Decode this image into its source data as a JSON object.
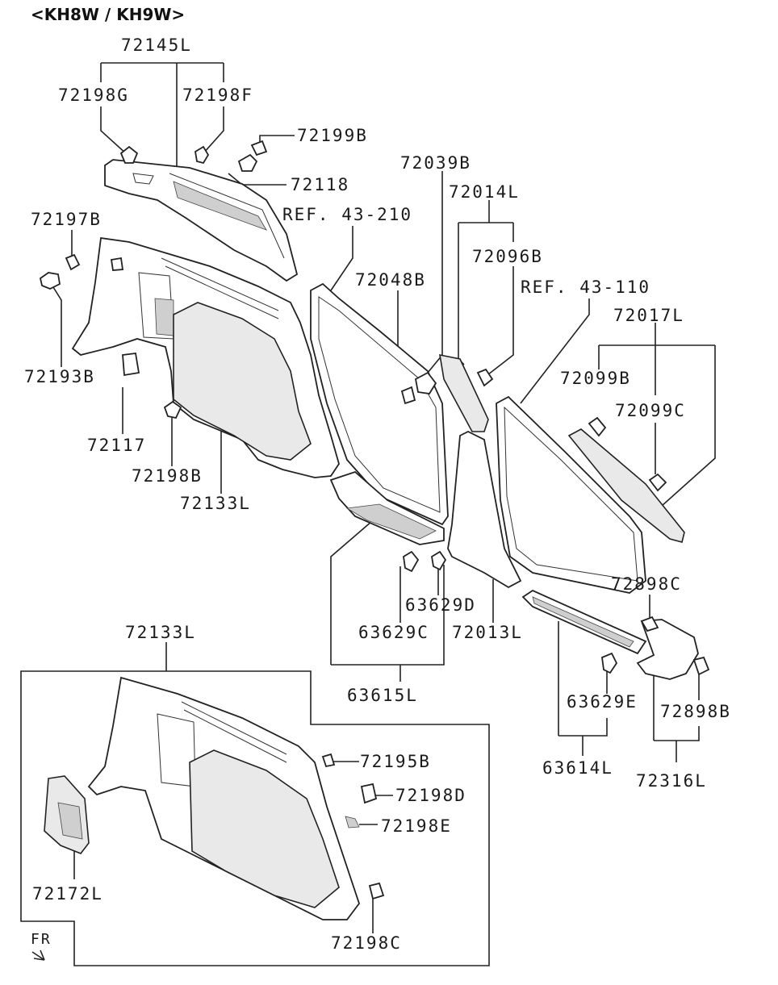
{
  "header": {
    "title": "<KH8W / KH9W>"
  },
  "labels": {
    "p72145L": "72145L",
    "p72198G": "72198G",
    "p72198F": "72198F",
    "p72199B": "72199B",
    "p72118": "72118",
    "p72039B": "72039B",
    "p72014L": "72014L",
    "ref43210": "REF. 43-210",
    "p72197B": "72197B",
    "p72096B": "72096B",
    "p72048B": "72048B",
    "ref43110": "REF. 43-110",
    "p72017L": "72017L",
    "p72193B": "72193B",
    "p72099B": "72099B",
    "p72099C": "72099C",
    "p72117": "72117",
    "p72198B": "72198B",
    "p72133L": "72133L",
    "p72898C": "72898C",
    "p63629D": "63629D",
    "p63629C": "63629C",
    "p72013L": "72013L",
    "p63615L": "63615L",
    "p63629E": "63629E",
    "p72898B": "72898B",
    "p63614L": "63614L",
    "p72316L": "72316L",
    "p72133L_inset": "72133L",
    "p72195B": "72195B",
    "p72198D": "72198D",
    "p72198E": "72198E",
    "p72172L": "72172L",
    "p72198C": "72198C",
    "fr": "FR"
  },
  "colors": {
    "line": "#222222",
    "background": "#ffffff",
    "panel_shade": "#e9e9e9"
  }
}
